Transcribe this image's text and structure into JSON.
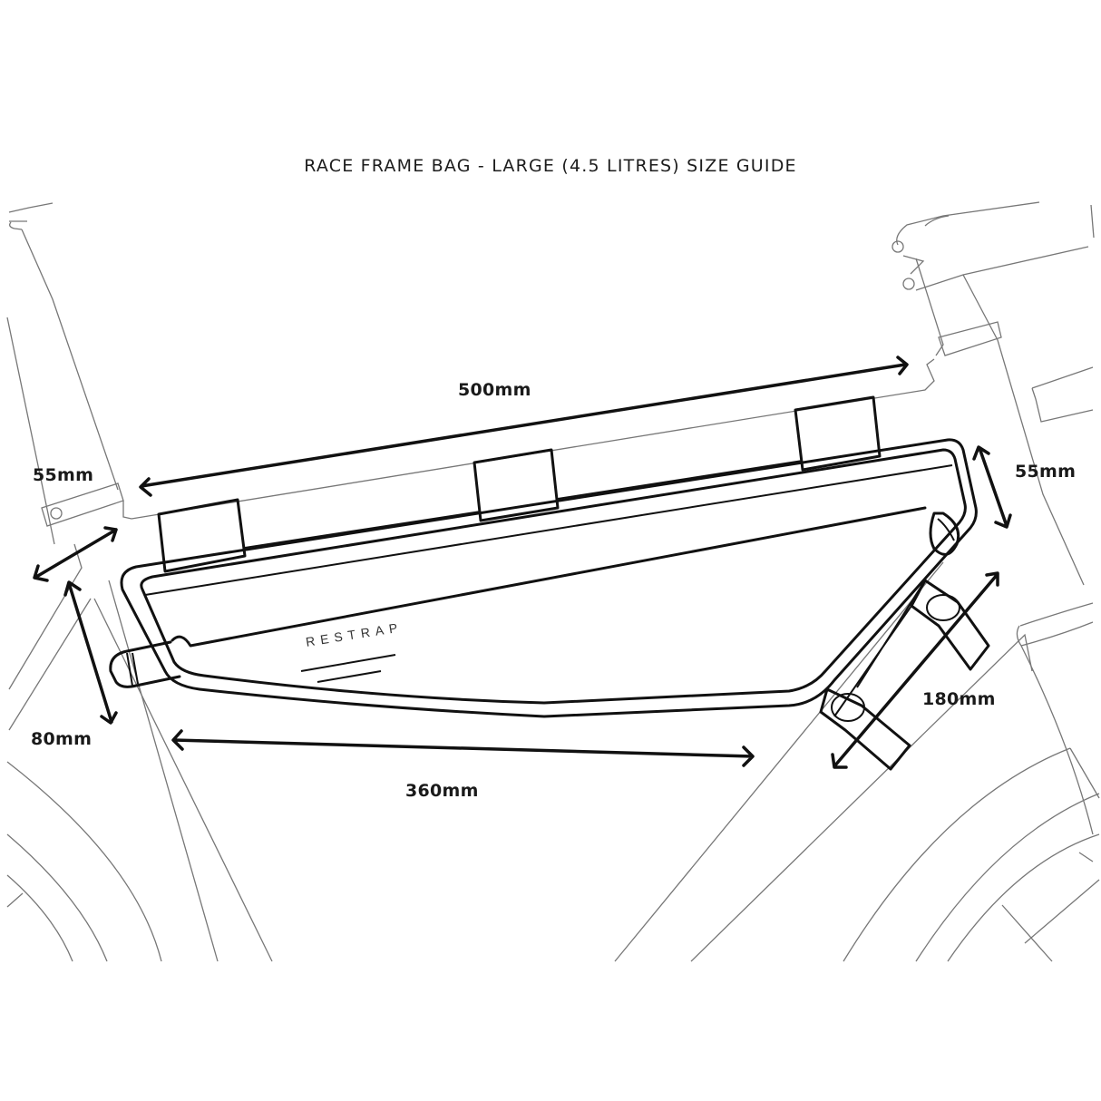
{
  "title": "RACE FRAME BAG - LARGE (4.5 LITRES) SIZE GUIDE",
  "brand": "RESTRAP",
  "dimensions": {
    "top_length": "500mm",
    "rear_height": "55mm",
    "front_height": "55mm",
    "seat_tube_depth": "80mm",
    "bottom_length": "360mm",
    "down_tube_length": "180mm"
  },
  "colors": {
    "background": "#ffffff",
    "bag_outline": "#111111",
    "frame_outline": "#777777",
    "text": "#1a1a1a"
  }
}
